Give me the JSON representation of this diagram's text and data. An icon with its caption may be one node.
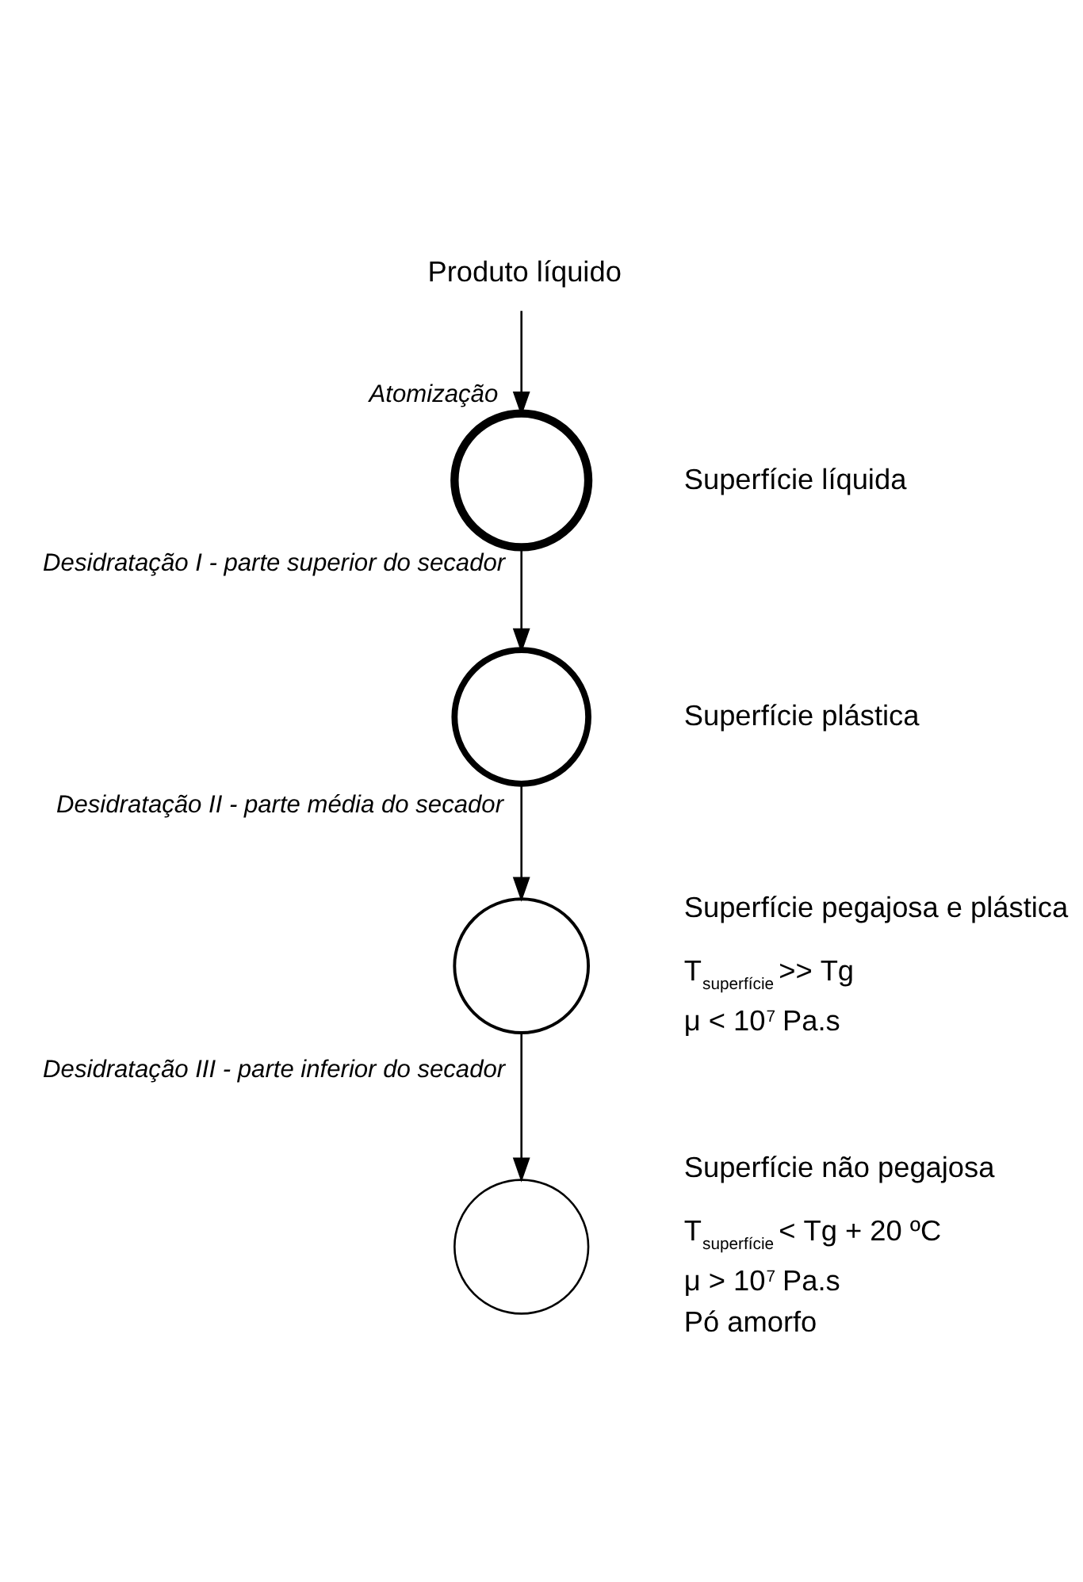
{
  "diagram": {
    "nodes": [
      {
        "text": [
          "Produto líquido"
        ]
      },
      {
        "text": [],
        "shape": "circle",
        "beside": [
          "Superfície líquida"
        ]
      },
      {
        "text": [],
        "shape": "circle",
        "beside": [
          "Superfície plástica"
        ]
      },
      {
        "text": [],
        "shape": "circle",
        "beside": [
          "Superfície pegajosa e plástica",
          "T$_{superfície}$ >> Tg",
          "μ < 10$^{7}$ Pa.s"
        ]
      },
      {
        "text": [],
        "shape": "circle",
        "beside": [
          "Superfície não pegajosa",
          "T$_{superfície}$ < Tg + 20 ºC",
          "μ > 10$^{7}$ Pa.s",
          "Pó amorfo"
        ]
      }
    ],
    "edges": [
      {
        "from": 0,
        "to": 1,
        "arrow": "to",
        "label": "Atomização"
      },
      {
        "from": 1,
        "to": 2,
        "arrow": "to",
        "label": "Desidratação I - parte superior do secador"
      },
      {
        "from": 2,
        "to": 3,
        "arrow": "to",
        "label": "Desidratação II - parte média do secador"
      },
      {
        "from": 3,
        "to": 4,
        "arrow": "to",
        "label": "Desidratação III - parte inferior do secador"
      }
    ]
  }
}
